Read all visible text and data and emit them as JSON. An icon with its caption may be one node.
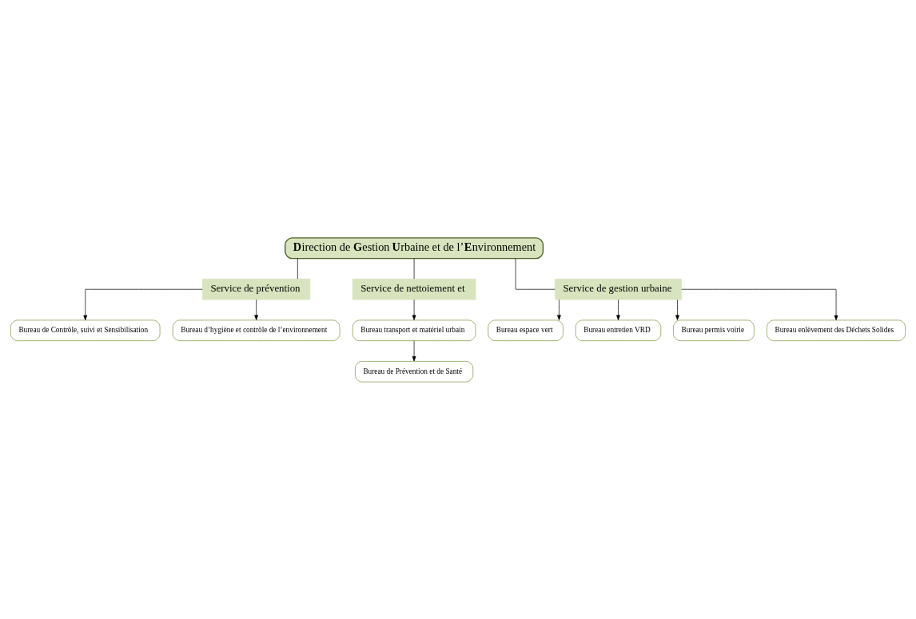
{
  "diagram": {
    "nodes": [
      {
        "text": [
          "**D**irection de **G**estion **U**rbaine et de l’**E**nvironnement"
        ]
      },
      {
        "text": [
          "Service de prévention"
        ]
      },
      {
        "text": [
          "Service de nettoiement et"
        ]
      },
      {
        "text": [
          "Service de gestion urbaine"
        ]
      },
      {
        "text": [
          "Bureau de Contrôle, suivi et Sensibilisation"
        ]
      },
      {
        "text": [
          "Bureau d’hygiène et contrôle de l’environnement"
        ]
      },
      {
        "text": [
          "Bureau transport et matériel urbain"
        ]
      },
      {
        "text": [
          "Bureau de Prévention et de Santé"
        ]
      },
      {
        "text": [
          "Bureau espace vert"
        ]
      },
      {
        "text": [
          "Bureau entretien VRD"
        ]
      },
      {
        "text": [
          "Bureau permis voirie"
        ]
      },
      {
        "text": [
          "Bureau enlèvement des Déchets Solides"
        ]
      }
    ],
    "edges": [
      {
        "from": 0,
        "to": 1,
        "arrow": "none"
      },
      {
        "from": 0,
        "to": 2,
        "arrow": "none"
      },
      {
        "from": 0,
        "to": 3,
        "arrow": "none"
      },
      {
        "from": 1,
        "to": 4,
        "arrow": "to"
      },
      {
        "from": 1,
        "to": 5,
        "arrow": "to"
      },
      {
        "from": 2,
        "to": 6,
        "arrow": "to"
      },
      {
        "from": 6,
        "to": 7,
        "arrow": "to"
      },
      {
        "from": 3,
        "to": 8,
        "arrow": "to"
      },
      {
        "from": 3,
        "to": 9,
        "arrow": "to"
      },
      {
        "from": 3,
        "to": 10,
        "arrow": "to"
      },
      {
        "from": 3,
        "to": 11,
        "arrow": "to"
      }
    ]
  }
}
